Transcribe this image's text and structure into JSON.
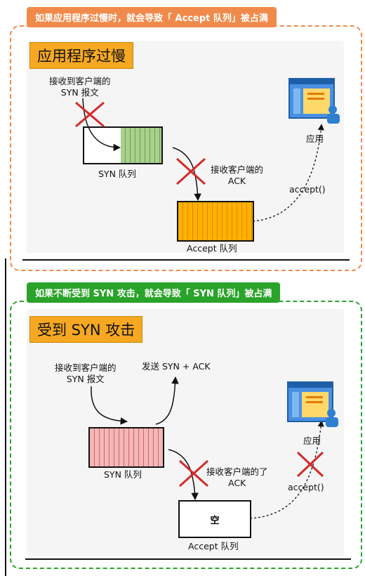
{
  "section1": {
    "tag": "如果应用程序过慢时，就会导致「 Accept 队列」被占满",
    "title": "应用程序过慢",
    "syn_recv_label": "接收到客户端的\nSYN 报文",
    "syn_queue_label": "SYN 队列",
    "ack_label": "接收客户端的\nACK",
    "accept_queue_label": "Accept 队列",
    "accept_call": "accept()",
    "app_label": "应用"
  },
  "section2": {
    "tag": "如果不断受到 SYN 攻击，就会导致「 SYN 队列」被占满",
    "title": "受到 SYN 攻击",
    "syn_recv_label": "接收到客户端的\nSYN 报文",
    "send_label": "发送 SYN + ACK",
    "syn_queue_label": "SYN 队列",
    "ack_label": "接收客户端的了\nACK",
    "empty_label": "空",
    "accept_queue_label": "Accept 队列",
    "accept_call": "accept()",
    "app_label": "应用"
  },
  "colors": {
    "orange": "#f08a4b",
    "green": "#2aa32a",
    "title_bg": "#f6a823",
    "syn_green": "#a9d18e",
    "accept_orange": "#ffb000",
    "syn_red": "#f4b6b6",
    "cross": "#d22b2b"
  }
}
